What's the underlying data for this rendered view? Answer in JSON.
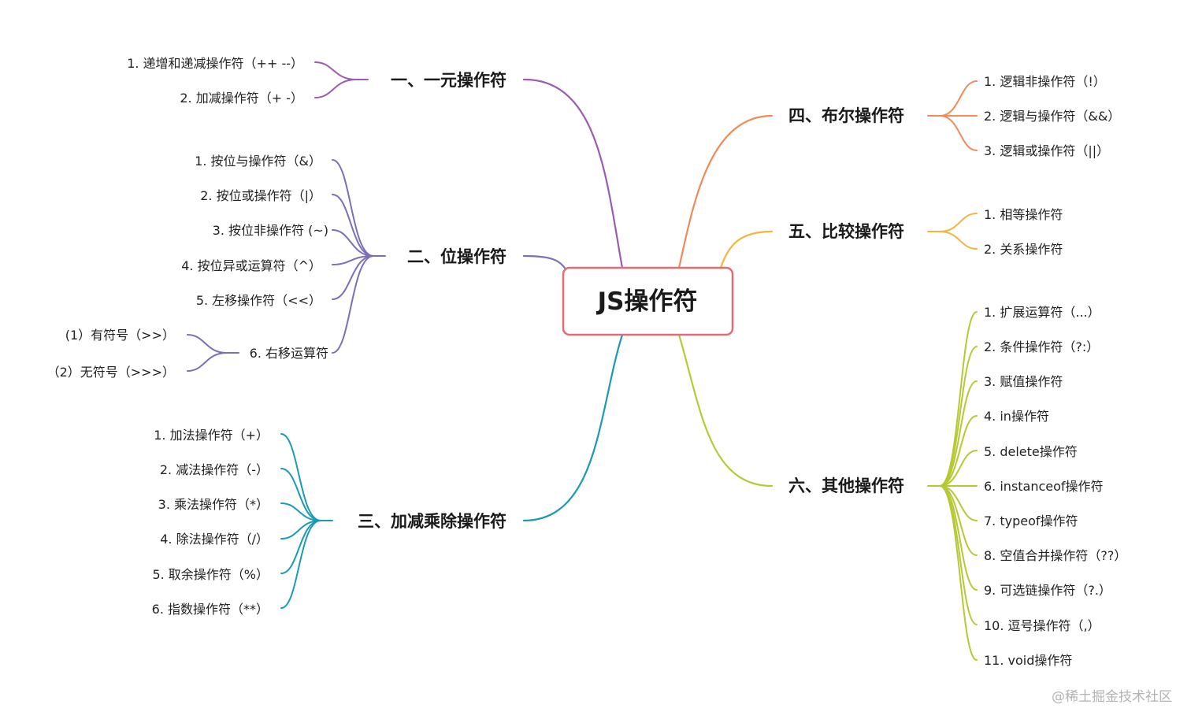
{
  "root": {
    "label": "JS操作符"
  },
  "watermark": "@稀土掘金技术社区",
  "branches": [
    {
      "id": "unary",
      "label": "一、一元操作符",
      "color": "#9b5bb0",
      "children": [
        {
          "label": "1. 递增和递减操作符（++ --）"
        },
        {
          "label": "2. 加减操作符（+ -）"
        }
      ]
    },
    {
      "id": "bitwise",
      "label": "二、位操作符",
      "color": "#7b6fb6",
      "children": [
        {
          "label": "1. 按位与操作符（&）"
        },
        {
          "label": "2. 按位或操作符（|）"
        },
        {
          "label": "3. 按位非操作符 (~)"
        },
        {
          "label": "4. 按位异或运算符（^）"
        },
        {
          "label": "5. 左移操作符（<<）"
        },
        {
          "label": "6. 右移运算符",
          "children": [
            {
              "label": "(1）有符号（>>）"
            },
            {
              "label": "（2）无符号（>>>）"
            }
          ]
        }
      ]
    },
    {
      "id": "arith",
      "label": "三、加减乘除操作符",
      "color": "#1a9bb0",
      "children": [
        {
          "label": "1. 加法操作符（+）"
        },
        {
          "label": "2. 减法操作符（-）"
        },
        {
          "label": "3. 乘法操作符（*）"
        },
        {
          "label": "4. 除法操作符（/）"
        },
        {
          "label": "5. 取余操作符（%）"
        },
        {
          "label": "6. 指数操作符（**）"
        }
      ]
    },
    {
      "id": "boolean",
      "label": "四、布尔操作符",
      "color": "#f08a5a",
      "children": [
        {
          "label": "1. 逻辑非操作符（!）"
        },
        {
          "label": "2. 逻辑与操作符（&&）"
        },
        {
          "label": "3. 逻辑或操作符（||）"
        }
      ]
    },
    {
      "id": "compare",
      "label": "五、比较操作符",
      "color": "#f4b53f",
      "children": [
        {
          "label": "1. 相等操作符"
        },
        {
          "label": "2. 关系操作符"
        }
      ]
    },
    {
      "id": "other",
      "label": "六、其他操作符",
      "color": "#b5c935",
      "children": [
        {
          "label": "1. 扩展运算符（...）"
        },
        {
          "label": "2. 条件操作符（?:）"
        },
        {
          "label": "3. 赋值操作符"
        },
        {
          "label": "4. in操作符"
        },
        {
          "label": "5. delete操作符"
        },
        {
          "label": "6. instanceof操作符"
        },
        {
          "label": "7. typeof操作符"
        },
        {
          "label": "8. 空值合并操作符（??）"
        },
        {
          "label": "9. 可选链操作符（?.）"
        },
        {
          "label": "10. 逗号操作符（,）"
        },
        {
          "label": "11. void操作符"
        }
      ]
    }
  ],
  "colors": {
    "root_border": "#e06c75",
    "root_fill": "#ffffff"
  }
}
